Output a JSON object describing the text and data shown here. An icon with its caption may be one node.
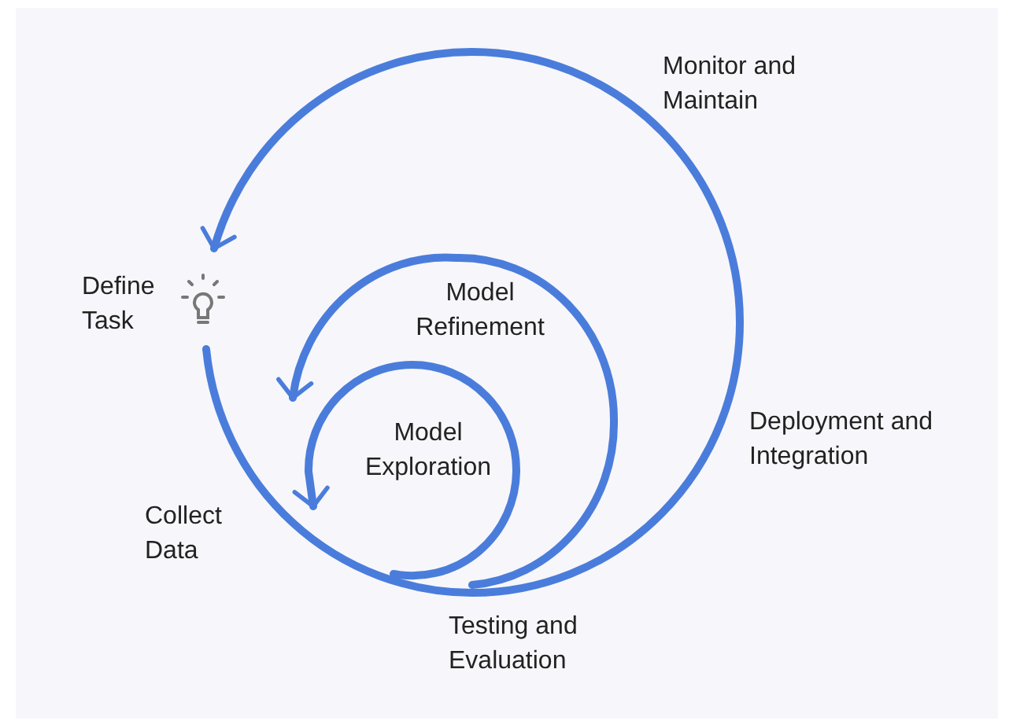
{
  "diagram": {
    "labels": [
      "Monitor and Maintain",
      "Define Task",
      "Model Refinement",
      "Model Exploration",
      "Deployment and Integration",
      "Collect Data",
      "Testing and Evaluation"
    ]
  }
}
